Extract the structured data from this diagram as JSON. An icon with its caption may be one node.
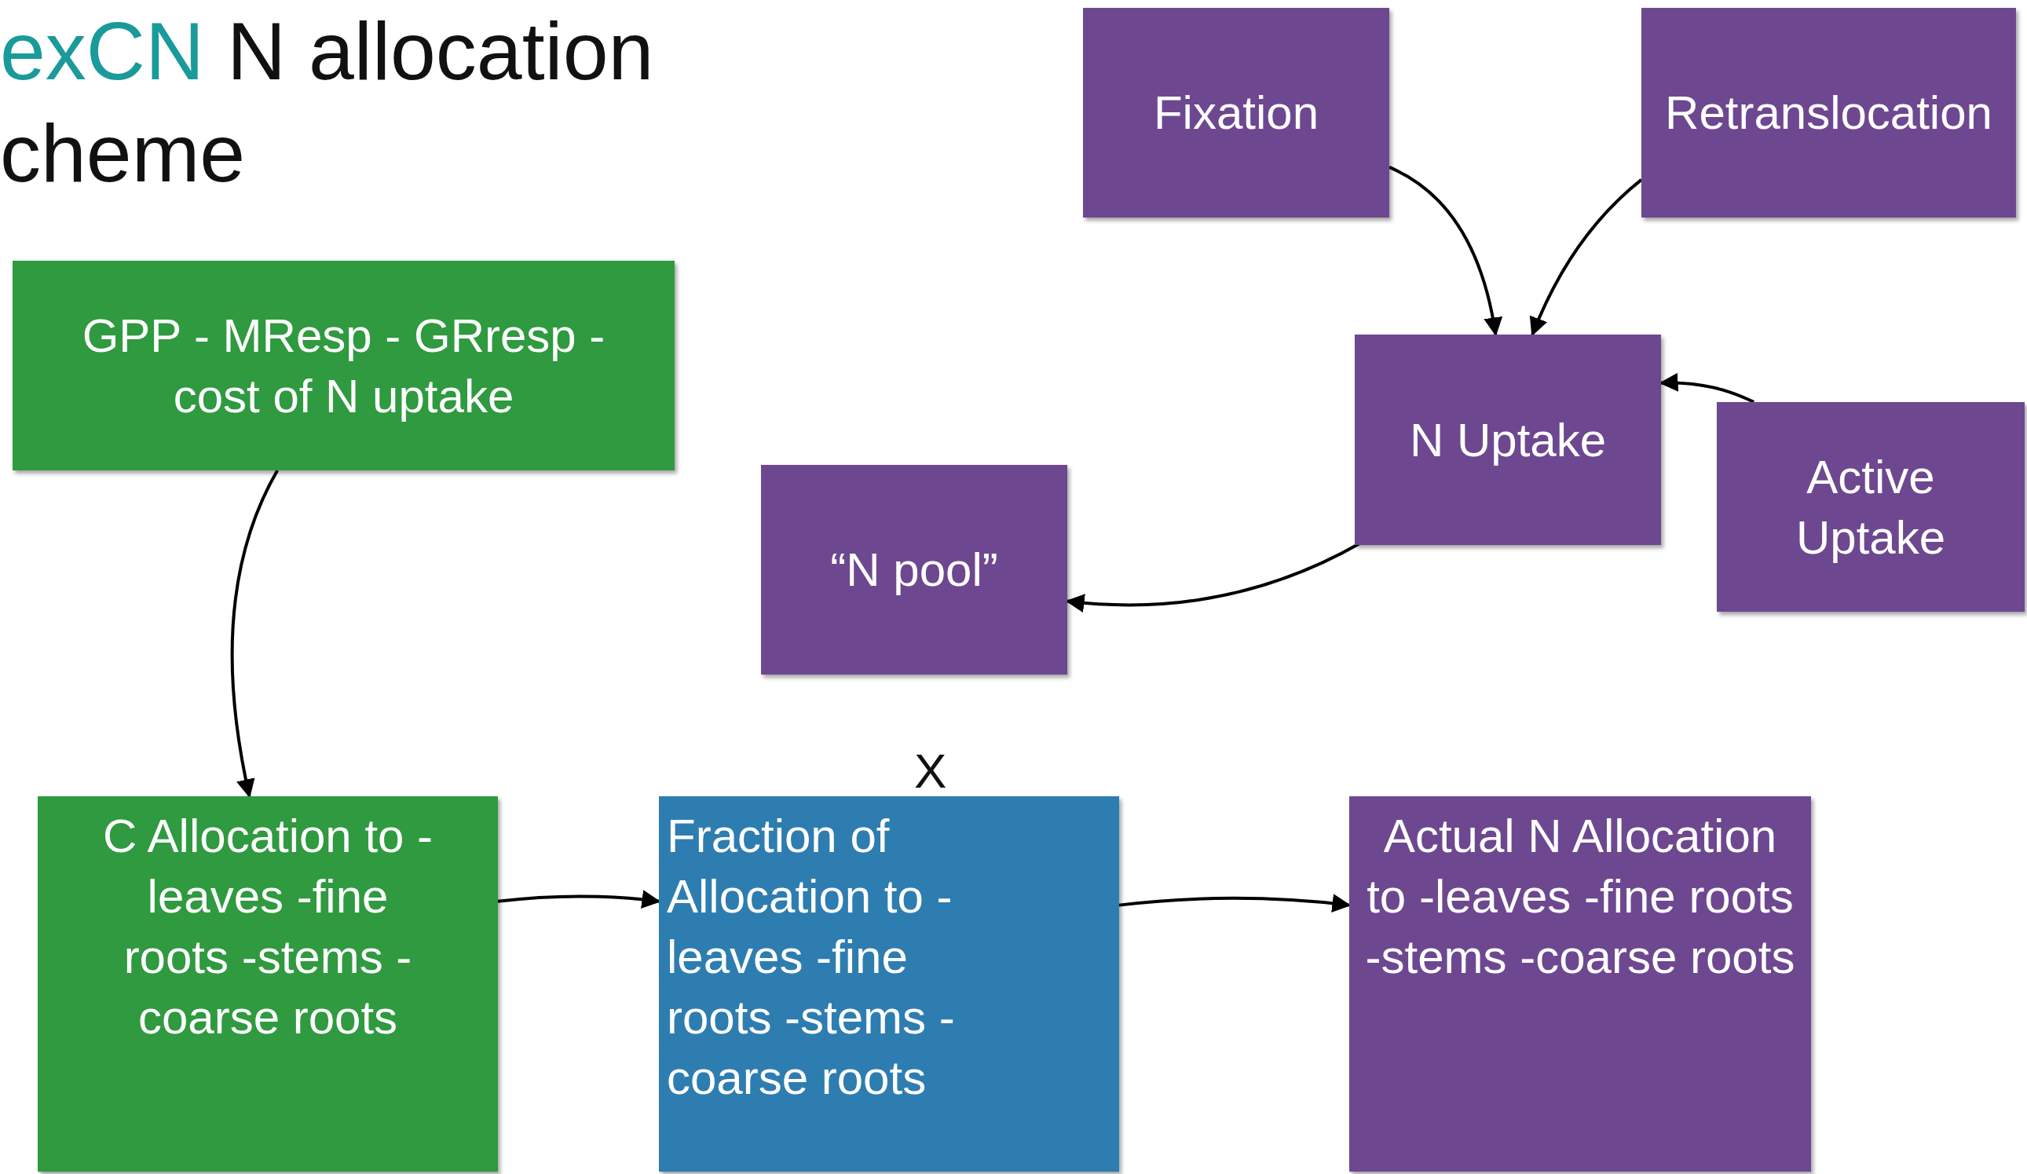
{
  "diagram": {
    "title": "exCN N allocation cheme",
    "nodes": [
      {
        "text": [
          "Fixation"
        ]
      },
      {
        "text": [
          "Retranslocation"
        ]
      },
      {
        "text": [
          "N Uptake"
        ]
      },
      {
        "text": [
          "Active Uptake"
        ]
      },
      {
        "text": [
          "“N pool”"
        ]
      },
      {
        "text": [
          "GPP - MResp - GRresp - cost of N uptake"
        ]
      },
      {
        "text": [
          "C Allocation to -leaves -fine roots -stems -coarse roots"
        ]
      },
      {
        "text": [
          "Fraction of Allocation to -leaves -fine roots -stems -coarse roots"
        ]
      },
      {
        "text": [
          "Actual  N Allocation to -leaves -fine roots -stems -coarse roots"
        ]
      }
    ],
    "edges": [
      {
        "from": 0,
        "to": 2,
        "arrow": "to"
      },
      {
        "from": 1,
        "to": 2,
        "arrow": "to"
      },
      {
        "from": 3,
        "to": 2,
        "arrow": "to"
      },
      {
        "from": 2,
        "to": 4,
        "arrow": "to"
      },
      {
        "from": 5,
        "to": 6,
        "arrow": "to"
      },
      {
        "from": 6,
        "to": 7,
        "arrow": "to"
      },
      {
        "from": 7,
        "to": 8,
        "arrow": "to"
      }
    ],
    "labels": [
      "X"
    ]
  }
}
